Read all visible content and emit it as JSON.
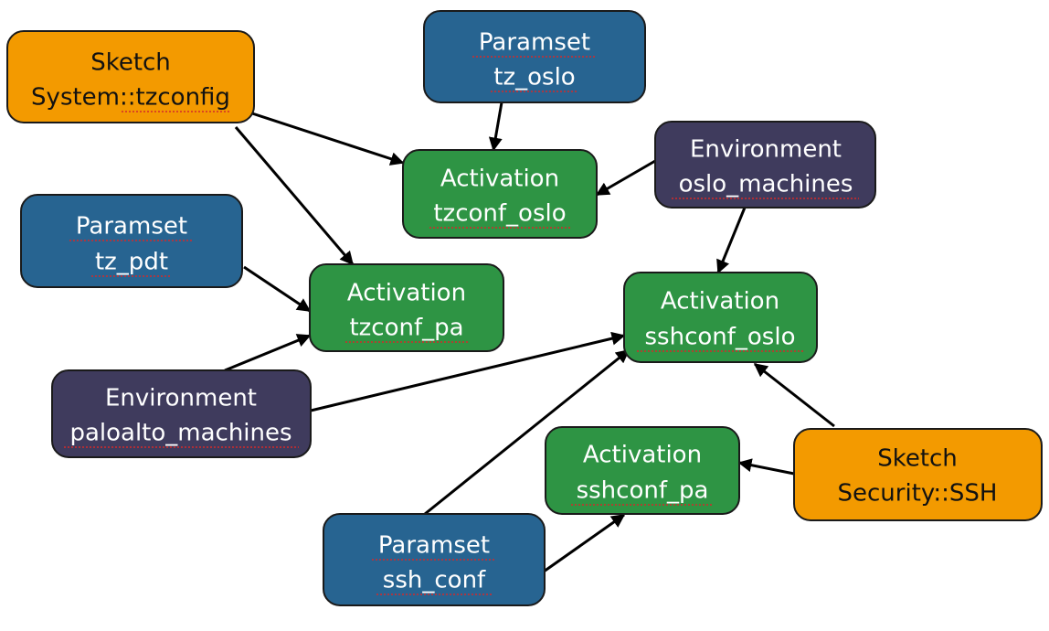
{
  "colors": {
    "sketch": "#f39a00",
    "paramset": "#276491",
    "environment": "#3f3b5d",
    "activation": "#2e9444",
    "dark_text": "#111111",
    "light_text": "#ffffff"
  },
  "nodes": {
    "sketch_tzconfig": {
      "kind": "sketch",
      "line1": "Sketch",
      "line2": "System::tzconfig"
    },
    "paramset_tz_oslo": {
      "kind": "paramset",
      "line1": "Paramset",
      "line2": "tz_oslo"
    },
    "activation_tzconf_oslo": {
      "kind": "activation",
      "line1": "Activation",
      "line2": "tzconf_oslo"
    },
    "environment_oslo_machines": {
      "kind": "environment",
      "line1": "Environment",
      "line2": "oslo_machines"
    },
    "paramset_tz_pdt": {
      "kind": "paramset",
      "line1": "Paramset",
      "line2": "tz_pdt"
    },
    "activation_tzconf_pa": {
      "kind": "activation",
      "line1": "Activation",
      "line2": "tzconf_pa"
    },
    "activation_sshconf_oslo": {
      "kind": "activation",
      "line1": "Activation",
      "line2": "sshconf_oslo"
    },
    "environment_paloalto_machines": {
      "kind": "environment",
      "line1": "Environment",
      "line2": "paloalto_machines"
    },
    "activation_sshconf_pa": {
      "kind": "activation",
      "line1": "Activation",
      "line2": "sshconf_pa"
    },
    "sketch_security_ssh": {
      "kind": "sketch",
      "line1": "Sketch",
      "line2": "Security::SSH"
    },
    "paramset_ssh_conf": {
      "kind": "paramset",
      "line1": "Paramset",
      "line2": "ssh_conf"
    }
  },
  "edges": [
    {
      "from": "sketch_tzconfig",
      "to": "activation_tzconf_oslo"
    },
    {
      "from": "sketch_tzconfig",
      "to": "activation_tzconf_pa"
    },
    {
      "from": "paramset_tz_oslo",
      "to": "activation_tzconf_oslo"
    },
    {
      "from": "environment_oslo_machines",
      "to": "activation_tzconf_oslo"
    },
    {
      "from": "environment_oslo_machines",
      "to": "activation_sshconf_oslo"
    },
    {
      "from": "paramset_tz_pdt",
      "to": "activation_tzconf_pa"
    },
    {
      "from": "environment_paloalto_machines",
      "to": "activation_tzconf_pa"
    },
    {
      "from": "environment_paloalto_machines",
      "to": "activation_sshconf_oslo"
    },
    {
      "from": "paramset_ssh_conf",
      "to": "activation_sshconf_oslo"
    },
    {
      "from": "paramset_ssh_conf",
      "to": "activation_sshconf_pa"
    },
    {
      "from": "sketch_security_ssh",
      "to": "activation_sshconf_oslo"
    },
    {
      "from": "sketch_security_ssh",
      "to": "activation_sshconf_pa"
    }
  ]
}
